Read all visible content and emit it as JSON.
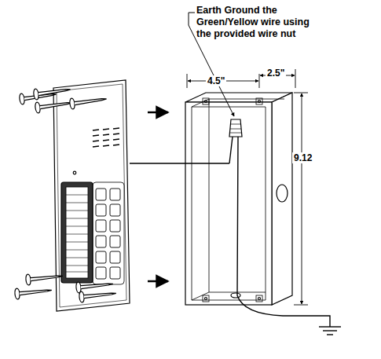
{
  "diagram": {
    "labels": [
      "Earth Ground the Green/Yellow wire using the provided wire nut",
      "4.5\"",
      "2.5\"",
      "9.12"
    ]
  }
}
